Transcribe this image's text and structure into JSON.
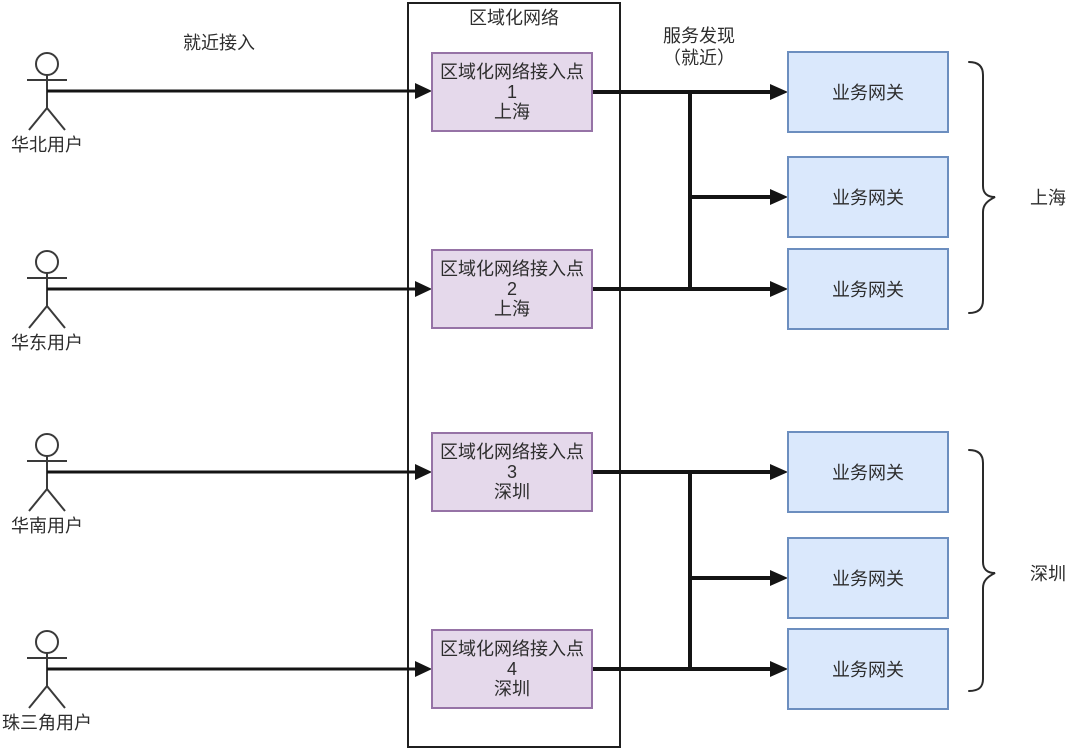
{
  "diagram": {
    "container_title": "区域化网络",
    "edge_labels": {
      "nearby_access": "就近接入",
      "service_discovery_line1": "服务发现",
      "service_discovery_line2": "（就近）"
    },
    "actors": [
      {
        "label": "华北用户"
      },
      {
        "label": "华东用户"
      },
      {
        "label": "华南用户"
      },
      {
        "label": "珠三角用户"
      }
    ],
    "access_points": [
      {
        "name": "区域化网络接入点",
        "number": "1",
        "city": "上海"
      },
      {
        "name": "区域化网络接入点",
        "number": "2",
        "city": "上海"
      },
      {
        "name": "区域化网络接入点",
        "number": "3",
        "city": "深圳"
      },
      {
        "name": "区域化网络接入点",
        "number": "4",
        "city": "深圳"
      }
    ],
    "gateways": [
      {
        "label": "业务网关"
      },
      {
        "label": "业务网关"
      },
      {
        "label": "业务网关"
      },
      {
        "label": "业务网关"
      },
      {
        "label": "业务网关"
      },
      {
        "label": "业务网关"
      }
    ],
    "groups": [
      {
        "label": "上海"
      },
      {
        "label": "深圳"
      }
    ],
    "colors": {
      "access_point_fill": "#E5D9EB",
      "access_point_stroke": "#9673A6",
      "gateway_fill": "#DAE8FC",
      "gateway_stroke": "#6C8EBF",
      "line_color": "#141414",
      "text_color": "#2D2D2D"
    }
  }
}
